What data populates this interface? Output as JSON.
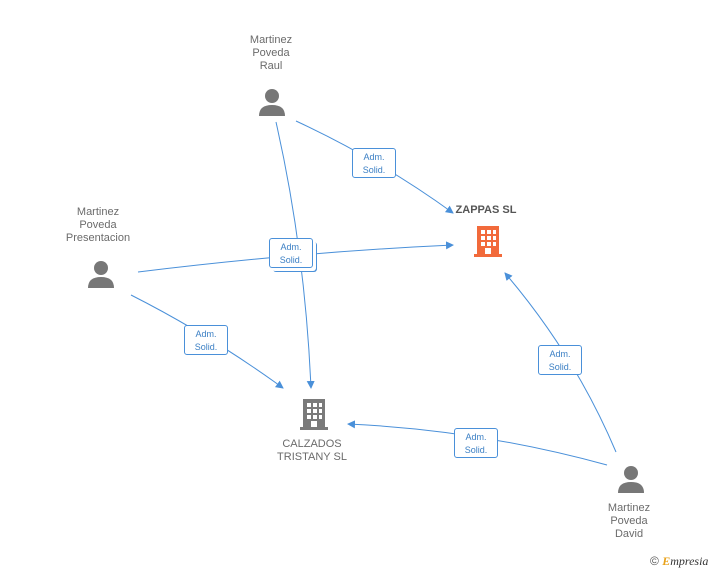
{
  "nodes": {
    "raul": {
      "label": "Martinez\nPoveda\nRaul",
      "type": "person"
    },
    "presentacion": {
      "label": "Martinez\nPoveda\nPresentacion",
      "type": "person"
    },
    "david": {
      "label": "Martinez\nPoveda\nDavid",
      "type": "person"
    },
    "zappas": {
      "label": "ZAPPAS SL",
      "type": "company",
      "color": "#f26a3b"
    },
    "calzados": {
      "label": "CALZADOS\nTRISTANY SL",
      "type": "company",
      "color": "#7a7a7a"
    }
  },
  "relations": {
    "raul_zappas": "Adm.\nSolid.",
    "center": "Adm.\nSolid.",
    "pres_calzados": "Adm.\nSolid.",
    "david_zappas": "Adm.\nSolid.",
    "david_calzados": "Adm.\nSolid."
  },
  "colors": {
    "edge": "#4a90d9",
    "person": "#777777"
  },
  "footer": {
    "copyright": "©",
    "brand_initial": "E",
    "brand_rest": "mpresia"
  }
}
